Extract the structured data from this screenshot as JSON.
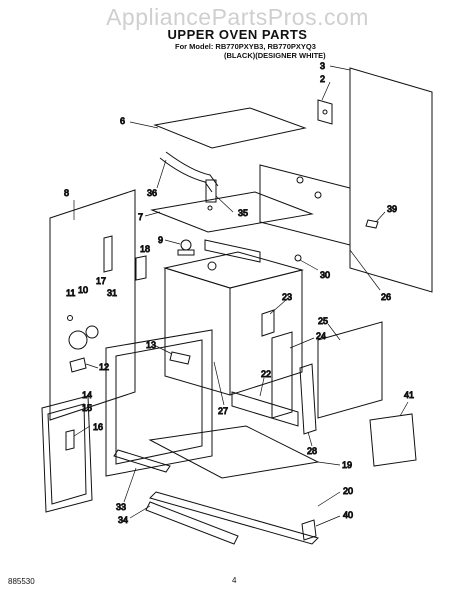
{
  "header": {
    "watermark": "AppliancePartsPros.com",
    "title": "UPPER OVEN PARTS",
    "model_line1": "For Model: RB770PXYB3, RB770PXYQ3",
    "model_line2": "(BLACK)(DESIGNER WHITE)"
  },
  "callouts": [
    "3",
    "2",
    "6",
    "36",
    "35",
    "39",
    "7",
    "9",
    "18",
    "8",
    "17",
    "31",
    "11",
    "10",
    "30",
    "26",
    "23",
    "25",
    "24",
    "13",
    "22",
    "12",
    "14",
    "15",
    "27",
    "16",
    "28",
    "41",
    "19",
    "33",
    "20",
    "34",
    "40"
  ],
  "footer": {
    "doc_number": "885530",
    "page_number": "4"
  }
}
